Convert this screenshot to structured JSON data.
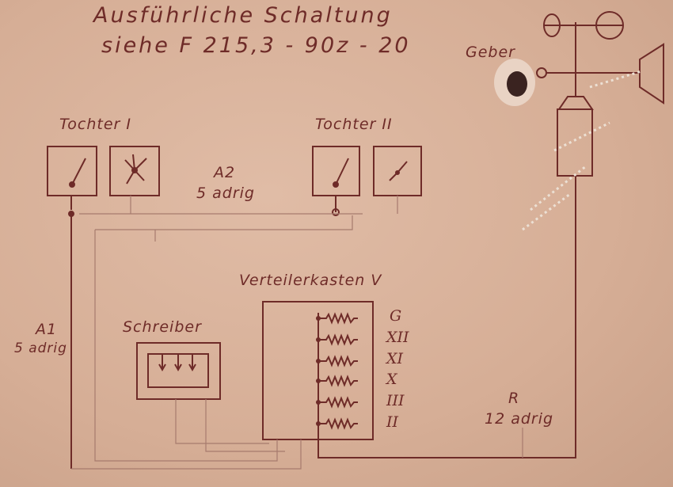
{
  "header": {
    "line1": "Ausführliche Schaltung",
    "line2": "siehe F 215,3 - 90z - 20"
  },
  "labels": {
    "geber": "Geber",
    "tochter1": "Tochter I",
    "tochter2": "Tochter II",
    "a2_name": "A2",
    "a2_wires": "5 adrig",
    "a1_name": "A1",
    "a1_wires": "5 adrig",
    "schreiber": "Schreiber",
    "verteiler": "Verteilerkasten V",
    "r_name": "R",
    "r_wires": "12 adrig"
  },
  "terminals": [
    "G",
    "XII",
    "XI",
    "X",
    "III",
    "II"
  ],
  "colors": {
    "ink": "#6e2b28",
    "ink_faint": "#a77b6e",
    "paper": "#d8b29b"
  }
}
